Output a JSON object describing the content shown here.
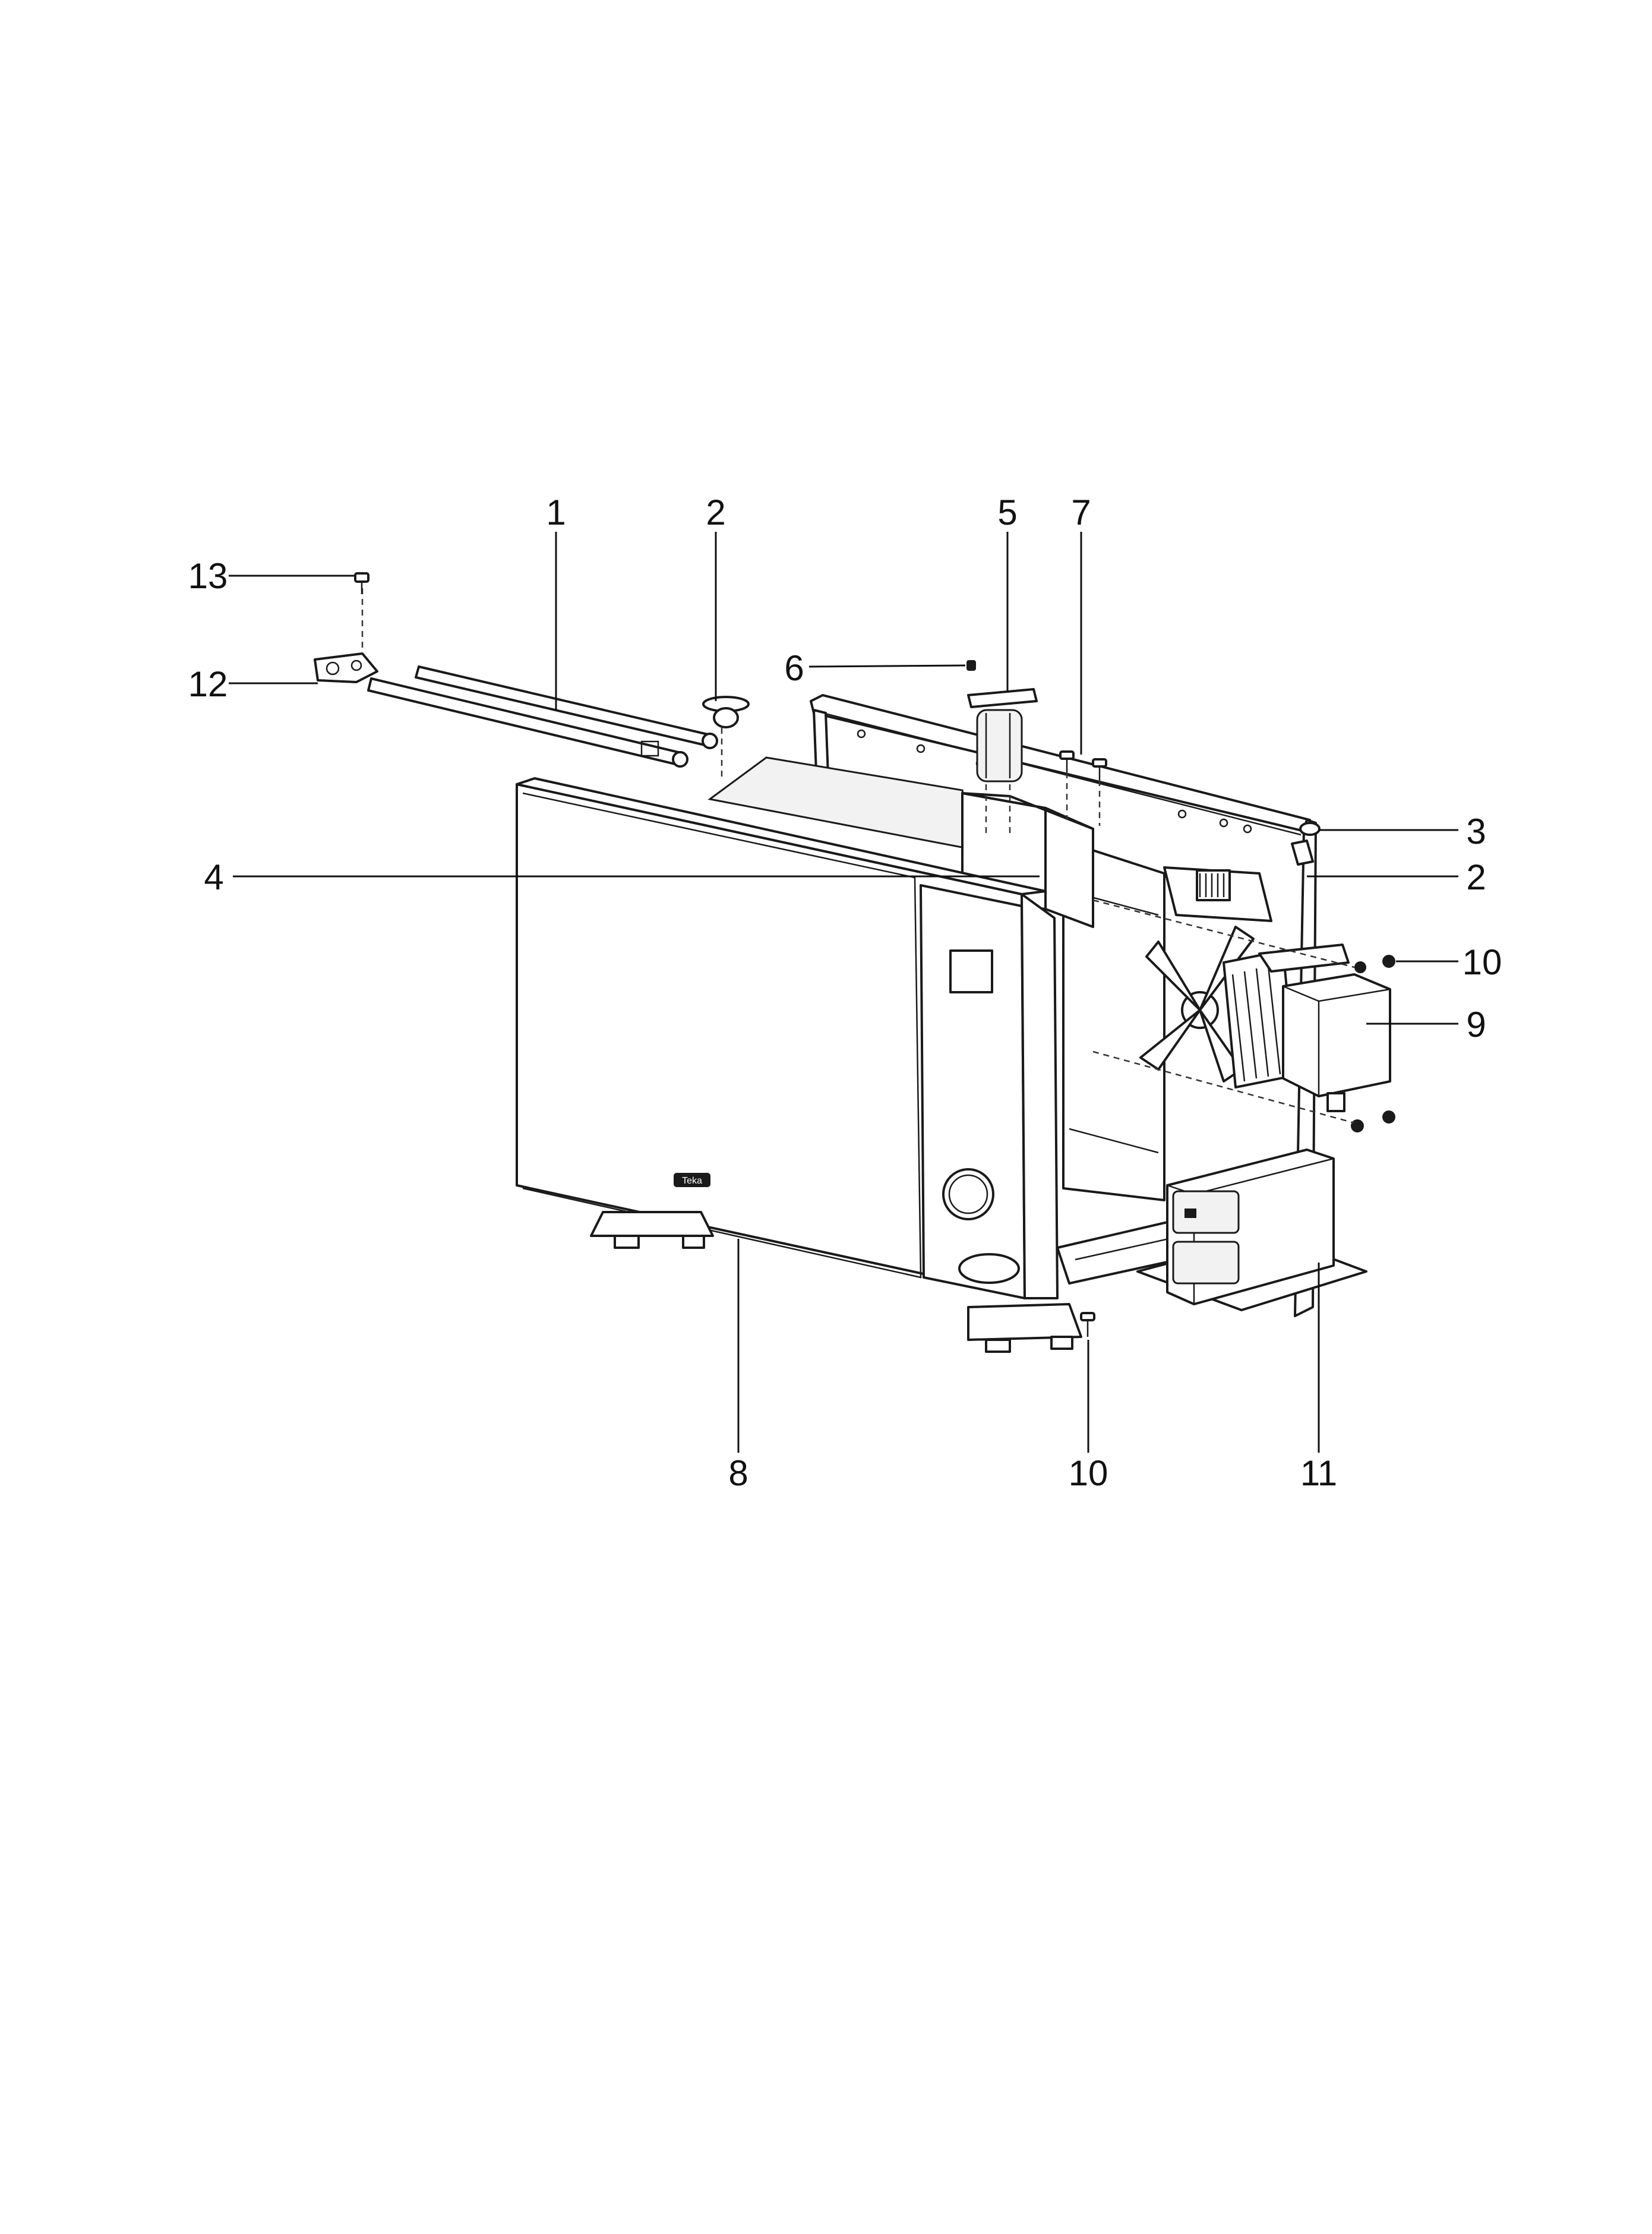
{
  "diagram": {
    "callouts": [
      {
        "id": "c1",
        "label": "1"
      },
      {
        "id": "c2a",
        "label": "2"
      },
      {
        "id": "c5",
        "label": "5"
      },
      {
        "id": "c7",
        "label": "7"
      },
      {
        "id": "c13",
        "label": "13"
      },
      {
        "id": "c6",
        "label": "6"
      },
      {
        "id": "c12",
        "label": "12"
      },
      {
        "id": "c3",
        "label": "3"
      },
      {
        "id": "c4",
        "label": "4"
      },
      {
        "id": "c2b",
        "label": "2"
      },
      {
        "id": "c10a",
        "label": "10"
      },
      {
        "id": "c9",
        "label": "9"
      },
      {
        "id": "c8",
        "label": "8"
      },
      {
        "id": "c10b",
        "label": "10"
      },
      {
        "id": "c11",
        "label": "11"
      }
    ],
    "brand_logo_text": "Teka"
  }
}
